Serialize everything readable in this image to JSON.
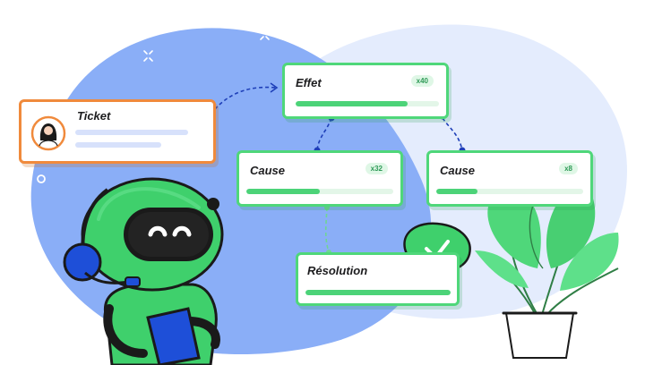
{
  "ticket": {
    "title": "Ticket"
  },
  "effet": {
    "title": "Effet",
    "badge": "x40",
    "progress": 0.78
  },
  "cause_left": {
    "title": "Cause",
    "badge": "x32",
    "progress": 0.5
  },
  "cause_right": {
    "title": "Cause",
    "badge": "x8",
    "progress": 0.28
  },
  "resolution": {
    "title": "Résolution",
    "progress": 1.0
  },
  "colors": {
    "blob": "#8aaef7",
    "blob_light": "#e4ecfd",
    "card_border": "#4fd77a",
    "ticket_border": "#f08a3c",
    "robot_green": "#3fd06c",
    "robot_blue": "#1e4fd8",
    "connector": "#1e3fb8"
  },
  "icons": [
    "avatar-icon",
    "check-icon",
    "robot-illustration",
    "plant-illustration",
    "sparkle-icon"
  ]
}
